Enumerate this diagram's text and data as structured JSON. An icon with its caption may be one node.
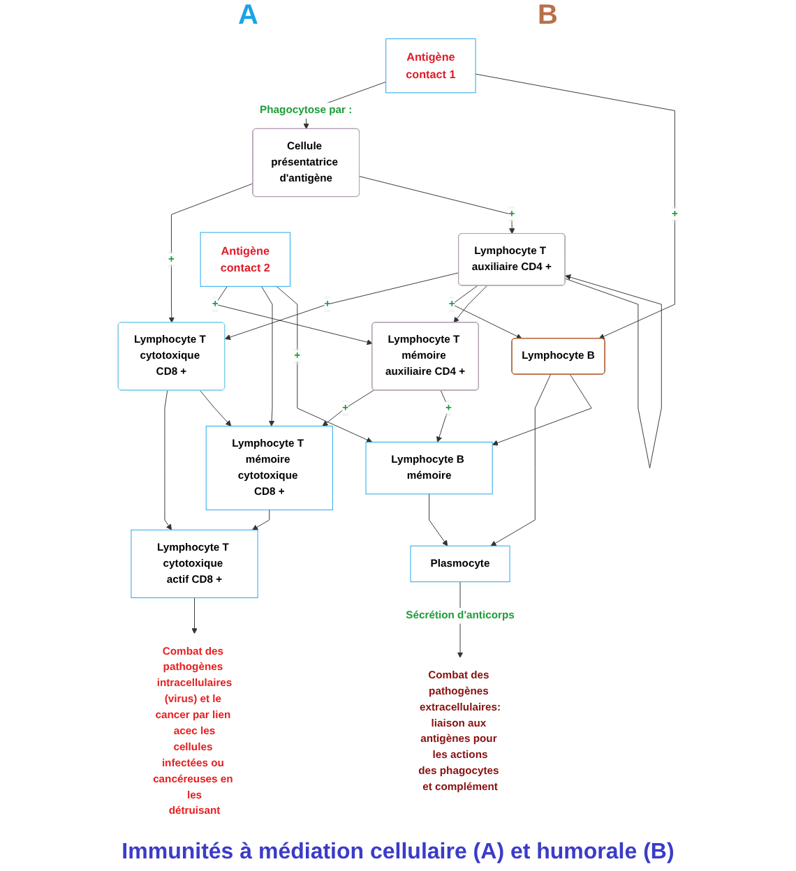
{
  "diagram": {
    "caption": "Immunités à médiation cellulaire (A) et humorale (B)",
    "nodes": [
      {
        "text": [
          "Antigène",
          "contact 1"
        ]
      },
      {
        "text": [
          "Cellule présentatrice d'antigène"
        ]
      },
      {
        "text": [
          "Lymphocyte T cytotoxique CD8 +"
        ]
      },
      {
        "text": [
          "Lymphocyte T auxiliaire CD4 +"
        ]
      },
      {
        "text": [
          "Lymphocyte B"
        ]
      },
      {
        "text": [
          "Lymphocyte T mémoire auxiliaire CD4 +"
        ]
      },
      {
        "text": [
          "Antigène",
          "contact 2"
        ]
      },
      {
        "text": [
          "Lymphocyte T cytotoxique actif CD8 +"
        ]
      },
      {
        "text": [
          "Lymphocyte T mémoire cytotoxique CD8 +"
        ]
      },
      {
        "text": [
          "Lymphocyte B mémoire"
        ]
      },
      {
        "text": [
          "Plasmocyte"
        ]
      },
      {
        "text": [
          "Combat des pathogènes intracellulaires (virus) et le cancer par lien acec les cellules infectées ou cancéreuses en les détruisant"
        ]
      },
      {
        "text": [
          "Combat des pathogènes extracellulaires: liaison aux antigènes pour les actions des phagocytes et complément"
        ]
      }
    ],
    "edges": [
      {
        "from": 0,
        "to": 1,
        "arrow": "to",
        "label": "Phagocytose par :"
      },
      {
        "from": 0,
        "to": 4,
        "arrow": "to",
        "label": "+"
      },
      {
        "from": 1,
        "to": 2,
        "arrow": "to",
        "label": "+"
      },
      {
        "from": 1,
        "to": 3,
        "arrow": "to",
        "label": "+"
      },
      {
        "from": 3,
        "to": 2,
        "arrow": "to",
        "label": "+"
      },
      {
        "from": 3,
        "to": 4,
        "arrow": "to",
        "label": "+"
      },
      {
        "from": 3,
        "to": 5,
        "arrow": "to"
      },
      {
        "from": 3,
        "to": 3,
        "arrow": "to"
      },
      {
        "from": 6,
        "to": 5,
        "arrow": "to",
        "label": "+"
      },
      {
        "from": 2,
        "to": 7,
        "arrow": "to"
      },
      {
        "from": 2,
        "to": 8,
        "arrow": "to"
      },
      {
        "from": 5,
        "to": 8,
        "arrow": "to",
        "label": "+"
      },
      {
        "from": 5,
        "to": 9,
        "arrow": "to",
        "label": "+"
      },
      {
        "from": 6,
        "to": 8,
        "arrow": "to"
      },
      {
        "from": 6,
        "to": 9,
        "arrow": "to",
        "label": "+"
      },
      {
        "from": 4,
        "to": 10,
        "arrow": "to"
      },
      {
        "from": 4,
        "to": 9,
        "arrow": "to"
      },
      {
        "from": 8,
        "to": 7,
        "arrow": "to"
      },
      {
        "from": 9,
        "to": 10,
        "arrow": "to"
      },
      {
        "from": 7,
        "to": 11,
        "arrow": "to"
      },
      {
        "from": 10,
        "to": 12,
        "arrow": "to",
        "label": "Sécrétion d'anticorps"
      }
    ],
    "labels": [
      "A",
      "B"
    ]
  }
}
